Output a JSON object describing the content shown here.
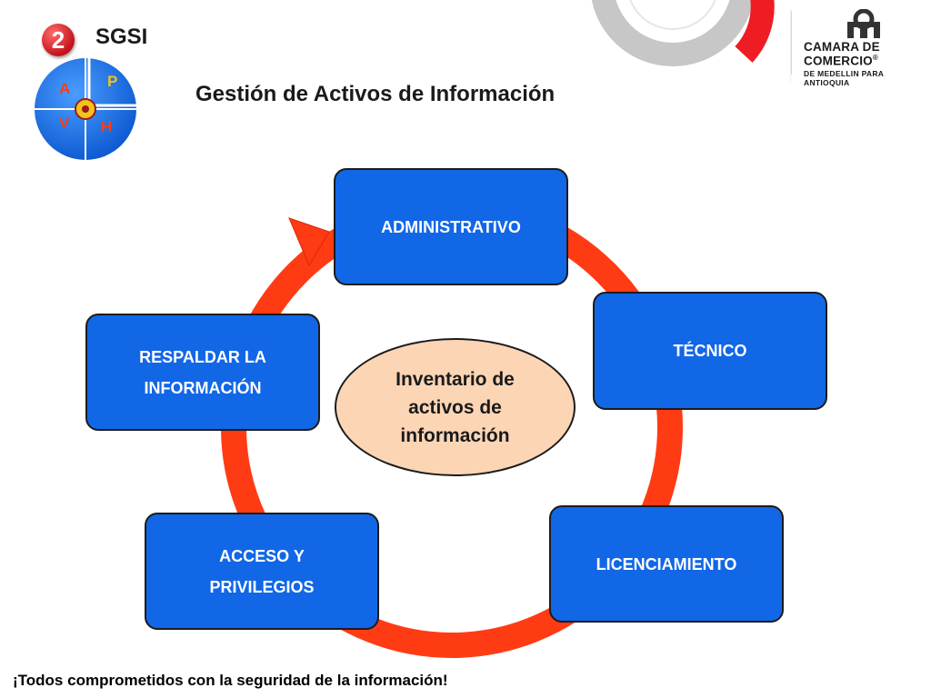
{
  "header": {
    "step_number": "2",
    "section": "SGSI",
    "title": "Gestión de Activos de Información"
  },
  "pdca": {
    "p": "P",
    "h": "H",
    "v": "V",
    "a": "A"
  },
  "logo": {
    "line1": "CAMARA DE COMERCIO",
    "reg": "®",
    "line2": "DE MEDELLIN PARA ANTIOQUIA"
  },
  "diagram": {
    "center": "Inventario de activos de información",
    "boxes": {
      "administrativo": "ADMINISTRATIVO",
      "tecnico": "TÉCNICO",
      "licenciamiento": "LICENCIAMIENTO",
      "acceso_line1": "ACCESO Y",
      "acceso_line2": "PRIVILEGIOS",
      "respaldar_line1": "RESPALDAR LA",
      "respaldar_line2": "INFORMACIÓN"
    }
  },
  "footer": "¡Todos comprometidos con la seguridad de la información!",
  "colors": {
    "box_blue": "#1167e6",
    "cycle_red": "#ff3b14",
    "center_fill": "#fcd5b5"
  }
}
